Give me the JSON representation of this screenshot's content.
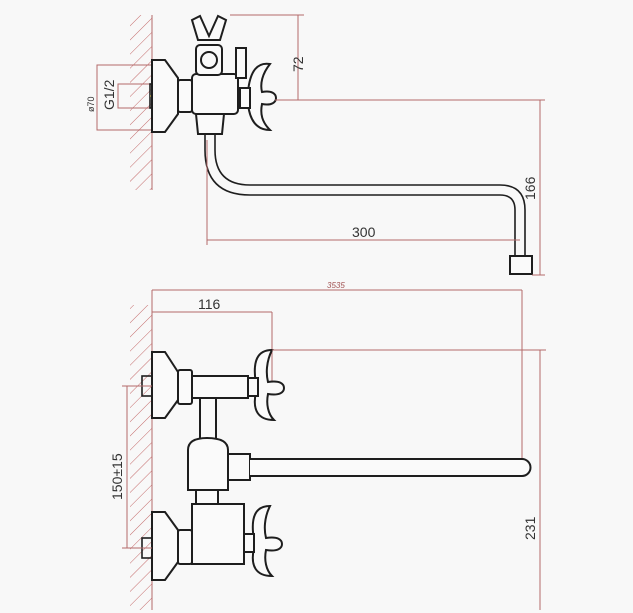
{
  "drawing": {
    "title": "Wall-mounted bath faucet with long swivel spout - dimensional drawing",
    "top_view": {
      "dim_height_72": "72",
      "dim_diameter": "ø70",
      "dim_thread": "G1/2",
      "dim_spout_drop": "166",
      "dim_spout_length": "300"
    },
    "front_view": {
      "dim_total_length": "3535",
      "dim_handle_offset": "116",
      "dim_center_distance": "150±15",
      "dim_height_231": "231"
    },
    "colors": {
      "outline": "#1e1e1e",
      "dimension": "#b36a6a",
      "background": "#f8f8f8"
    }
  }
}
